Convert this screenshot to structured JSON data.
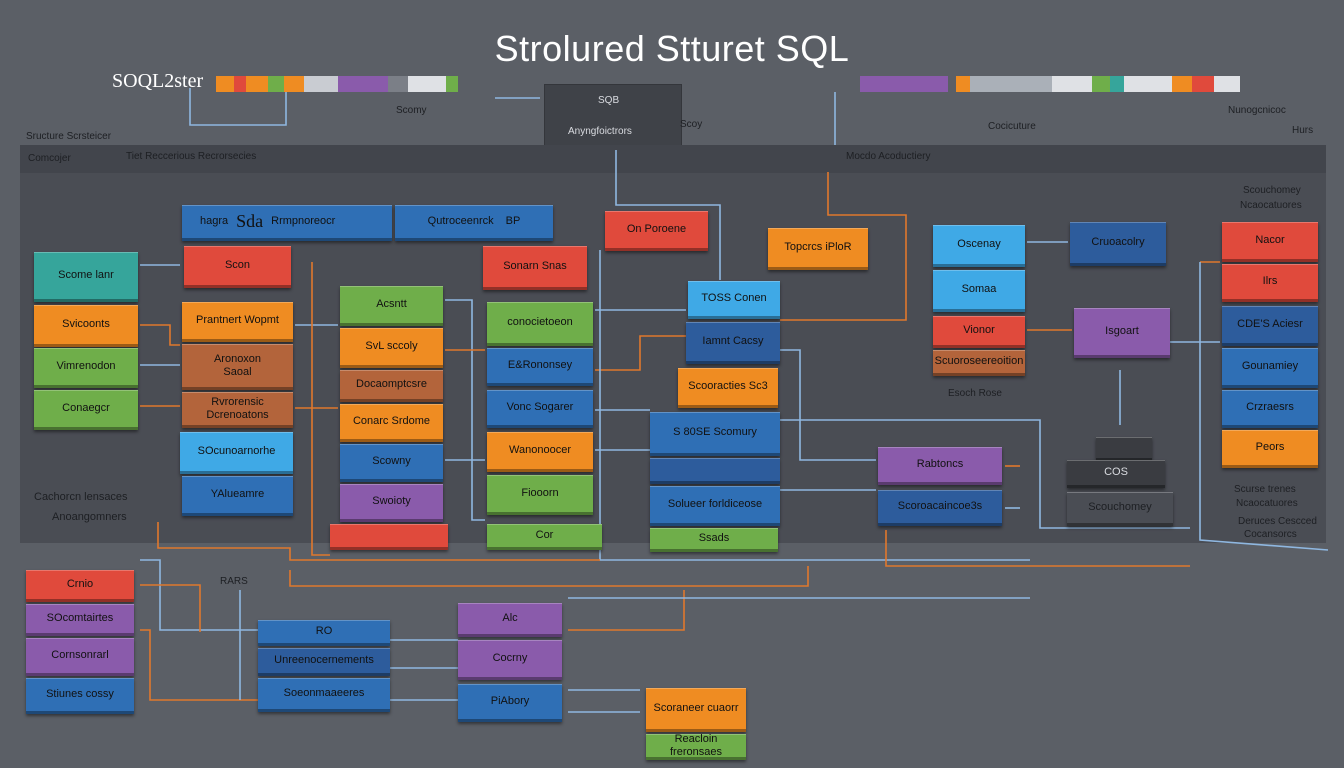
{
  "title": "Strolured Stturet SQL",
  "logo_text": "SOQL2ster",
  "top_labels": {
    "scomy": "Scomy",
    "sqlbox_small": "SQB",
    "sqlbox_main": "Anyngfoictrors",
    "scoy": "Scoy",
    "cocicuture": "Cocicuture",
    "numogoicoc": "Nunogcnicoc",
    "hurs": "Hurs",
    "structure_header": "Sructure Scrsteicer",
    "category": "Comcojer",
    "tree_relations": "Tiet Reccerious Recrorsecies",
    "module_header": "Mocdo Acoductiery",
    "scouchoney": "Scouchomey",
    "ncaatures": "Ncaocatuores",
    "cachorcn": "Cachorcn lensaces",
    "aroangonsers": "Anoangomners",
    "esoch_rose": "Esoch Rose",
    "cos": "COS",
    "scourse_trenes": "Scurse trenes",
    "deruces_csected": "Deruces Cescced",
    "cocansorcs": "Cocansorcs",
    "rarrs": "RARS"
  },
  "boxes": {
    "b1": "Scome lanr",
    "b2": "Svicoonts",
    "b3": "Vimrenodon",
    "b4": "Conaegcr",
    "h1_left": "hagra",
    "h1_logo": "Sda",
    "h1_right": "Rrmpnoreocr",
    "h2": "Qutroceenrck",
    "h2_b": "BP",
    "c1": "Scon",
    "c2": "Prantnert Wopmt",
    "c3": "Aronoxon\nSaoal",
    "c4": "Rvrorensic\nDcrenoatons",
    "c5": "SOcunoarnorhe",
    "c6": "YAlueamre",
    "d1": "Acsntt",
    "d2": "SvL sccoly",
    "d3": "Docaomptcsre",
    "d4": "Conarc Srdome",
    "d5": "Scowny",
    "d6": "Swoioty",
    "e1": "Sonarn Snas",
    "e2": "conocietoeon",
    "e3": "E&Rononsey",
    "e4": "Vonc Sogarer",
    "e5": "Wanonoocer",
    "e6": "Fiooorn",
    "e7": "Cor",
    "f1": "On Poroene",
    "g1": "TOSS Conen",
    "g2": "Iamnt Cacsy",
    "g3": "Scooracties Sc3",
    "g4": "S 80SE Scomury",
    "g5": "Solueer forldiceose",
    "g6": "Ssads",
    "h3": "Topcrcs iPloR",
    "i1": "Oscenay",
    "i2": "Somaa",
    "i3": "Vionor",
    "i4": "Scuoroseereoition",
    "j1": "Cruoacolry",
    "j2": "Isgoart",
    "k1": "Rabtoncs",
    "k2": "Scoroacaincoe3s",
    "l1": "Nacor",
    "l2": "Ilrs",
    "l3": "CDE'S Aciesr",
    "l4": "Gounamiey",
    "l5": "Crzraesrs",
    "l6": "Peors",
    "m1": "Crnio",
    "m2": "SOcomtairtes",
    "m3": "Cornsonrarl",
    "m4": "Stiunes cossy",
    "n1": "RO",
    "n2": "Unreenocernements",
    "n3": "Soeonmaaeeres",
    "o1": "Alc",
    "o2": "Cocrny",
    "o3": "PiAbory",
    "p1": "Scoraneer cuaorr",
    "p2": "Reacloin freronsaes"
  },
  "colors": {
    "red": "#e04a3c",
    "orange": "#ef8c22",
    "teal": "#36a59b",
    "green": "#6fae4a",
    "blue": "#2f6fb5",
    "sky": "#3fa9e6",
    "purple": "#8a5bab",
    "brown": "#b3643b",
    "navy": "#2d5c9c",
    "wire_orange": "#e0782d",
    "wire_blue": "#8fb7e0"
  }
}
